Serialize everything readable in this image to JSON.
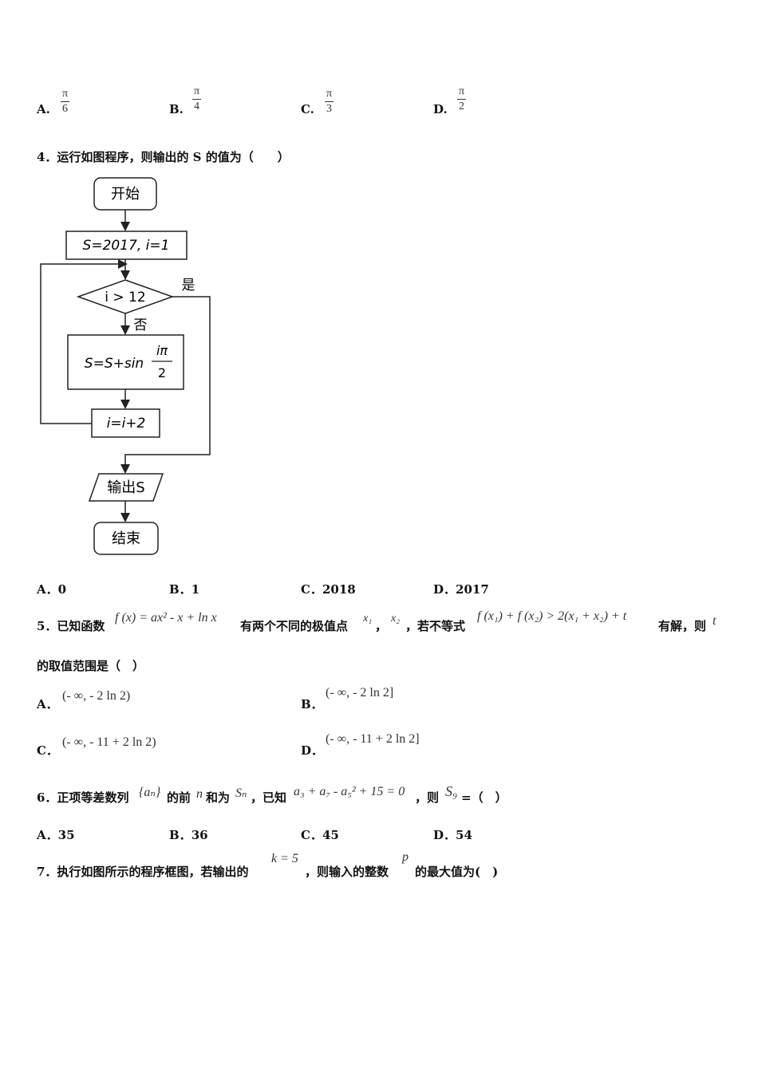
{
  "q3": {
    "options": [
      {
        "letter": "A.",
        "num": "π",
        "den": "6"
      },
      {
        "letter": "B.",
        "num": "π",
        "den": "4"
      },
      {
        "letter": "C.",
        "num": "π",
        "den": "3"
      },
      {
        "letter": "D.",
        "num": "π",
        "den": "2"
      }
    ]
  },
  "q4": {
    "stem": "4．运行如图程序，则输出的 S 的值为（　　）",
    "flowchart": {
      "start": "开始",
      "init": "S=2017, i=1",
      "cond": "i > 12",
      "yes": "是",
      "no": "否",
      "body_left": "S=S+sin",
      "body_num": "iπ",
      "body_den": "2",
      "incr": "i=i+2",
      "output": "输出S",
      "end": "结束"
    },
    "options": [
      {
        "letter": "A．",
        "text": "0"
      },
      {
        "letter": "B．",
        "text": "1"
      },
      {
        "letter": "C．",
        "text": "2018"
      },
      {
        "letter": "D．",
        "text": "2017"
      }
    ]
  },
  "q5": {
    "p1": "5．已知函数",
    "f": "f (x) = ax² - x + ln x",
    "p2": "有两个不同的极值点",
    "x1": "x₁",
    "comma": "，",
    "x2": "x₂",
    "p3": "，若不等式",
    "ineq": "f (x₁) + f (x₂) > 2(x₁ + x₂) + t",
    "p4": "有解，则",
    "t": "t",
    "line2": "的取值范围是（　）",
    "options": [
      {
        "letter": "A．",
        "text": "(- ∞, - 2 ln 2)"
      },
      {
        "letter": "B．",
        "text": "(- ∞, - 2 ln 2]"
      },
      {
        "letter": "C．",
        "text": "(- ∞, - 11 + 2 ln 2)"
      },
      {
        "letter": "D．",
        "text": "(- ∞, - 11 + 2 ln 2]"
      }
    ]
  },
  "q6": {
    "p1": "6．正项等差数列",
    "seq": "{aₙ}",
    "p2": "的前",
    "n": "n",
    "p3": "和为",
    "sn": "Sₙ",
    "p4": "，已知",
    "eq": "a₃ + a₇ - a₅² + 15 = 0",
    "p5": "，则",
    "s9": "S₉",
    "p6": "=（　）",
    "options": [
      {
        "letter": "A．",
        "text": "35"
      },
      {
        "letter": "B．",
        "text": "36"
      },
      {
        "letter": "C．",
        "text": "45"
      },
      {
        "letter": "D．",
        "text": "54"
      }
    ]
  },
  "q7": {
    "p1": "7．执行如图所示的程序框图，若输出的",
    "k": "k = 5",
    "p2": "，则输入的整数",
    "p": "p",
    "p3": "的最大值为(　)"
  }
}
